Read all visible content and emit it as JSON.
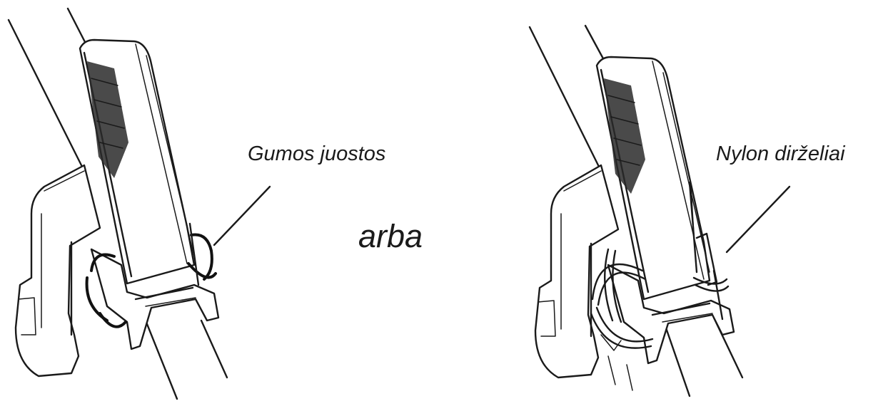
{
  "labels": {
    "rubber_bands": "Gumos juostos",
    "or": "arba",
    "nylon_ties": "Nylon dirželiai"
  },
  "colors": {
    "ink": "#1a1a1a",
    "background": "#ffffff"
  }
}
